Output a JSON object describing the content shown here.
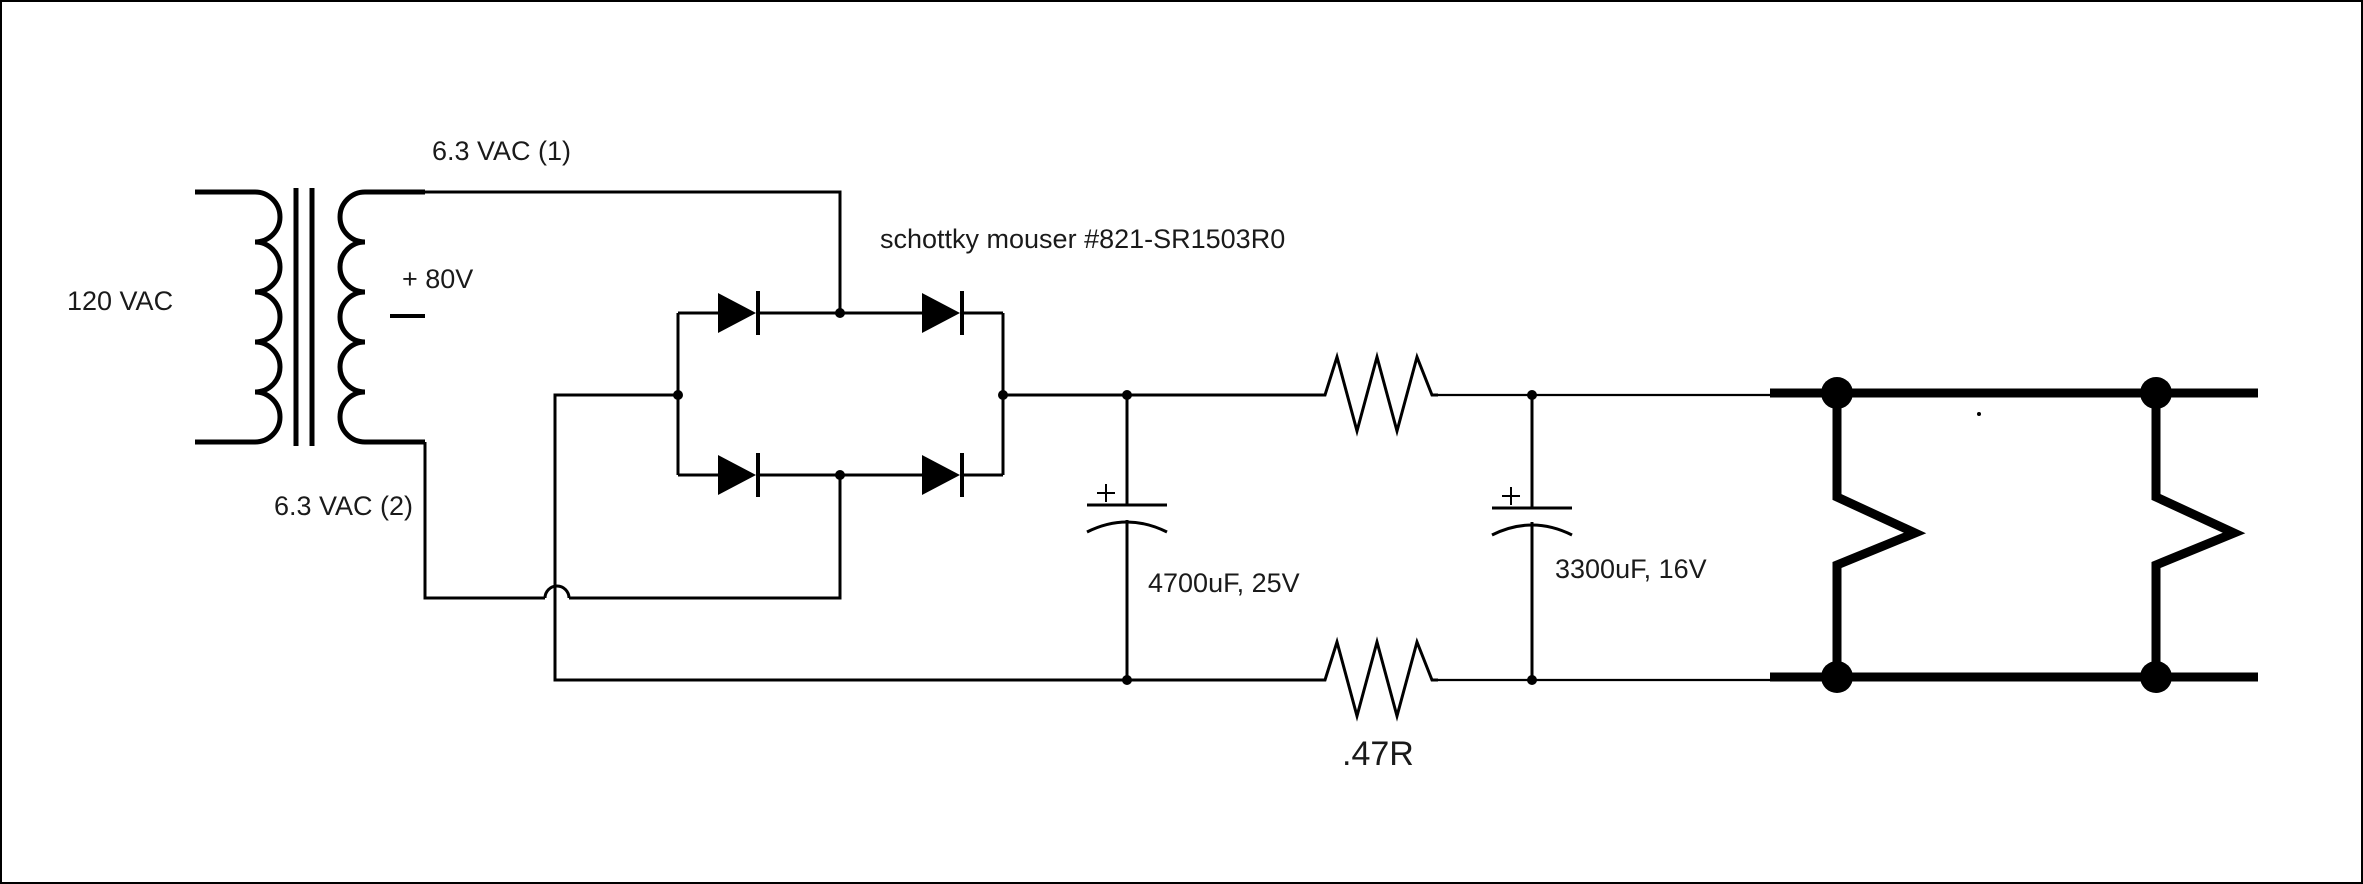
{
  "labels": {
    "input_voltage": "120 VAC",
    "secondary_1": "6.3 VAC (1)",
    "secondary_2": "6.3 VAC (2)",
    "tap": "+ 80V",
    "diode_part": "schottky mouser #821-SR1503R0",
    "cap1": "4700uF, 25V",
    "cap2": "3300uF, 16V",
    "resistor": ".47R"
  },
  "colors": {
    "ink": "#000000",
    "background": "#ffffff"
  }
}
